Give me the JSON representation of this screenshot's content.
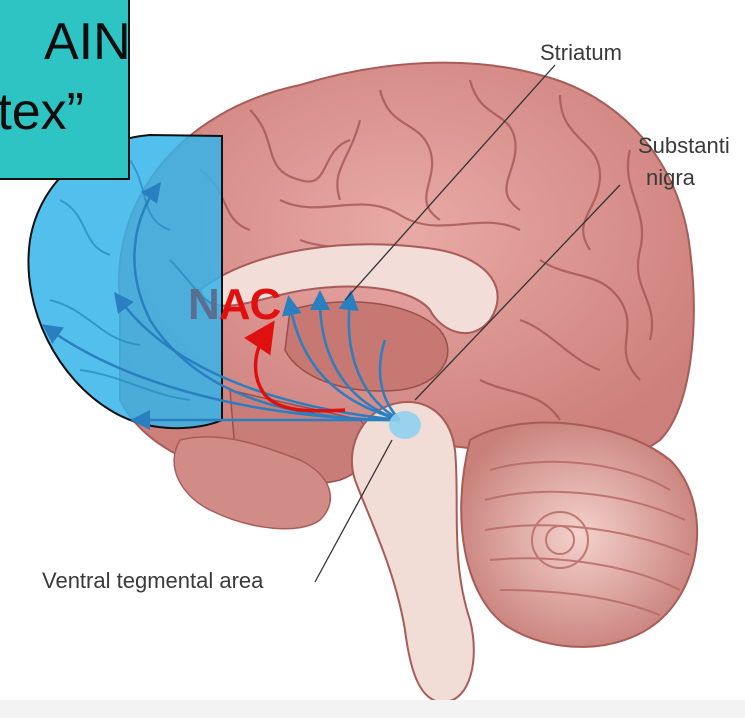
{
  "title_box": {
    "line1": "AIN",
    "line2": "rtex”"
  },
  "labels": {
    "striatum": "Striatum",
    "substantia_line1": "Substanti",
    "substantia_line2": "nigra",
    "ventral_tegmental": "Ventral tegmental area",
    "nac_n": "N",
    "nac_ac": "AC"
  },
  "colors": {
    "title_box_bg": "#2ec4c4",
    "cortex_overlay": "#35b4ea",
    "pathway_blue": "#2a7fc0",
    "pathway_red": "#e01010",
    "brain_pink": "#d9928f",
    "brain_dark": "#b5615e"
  }
}
